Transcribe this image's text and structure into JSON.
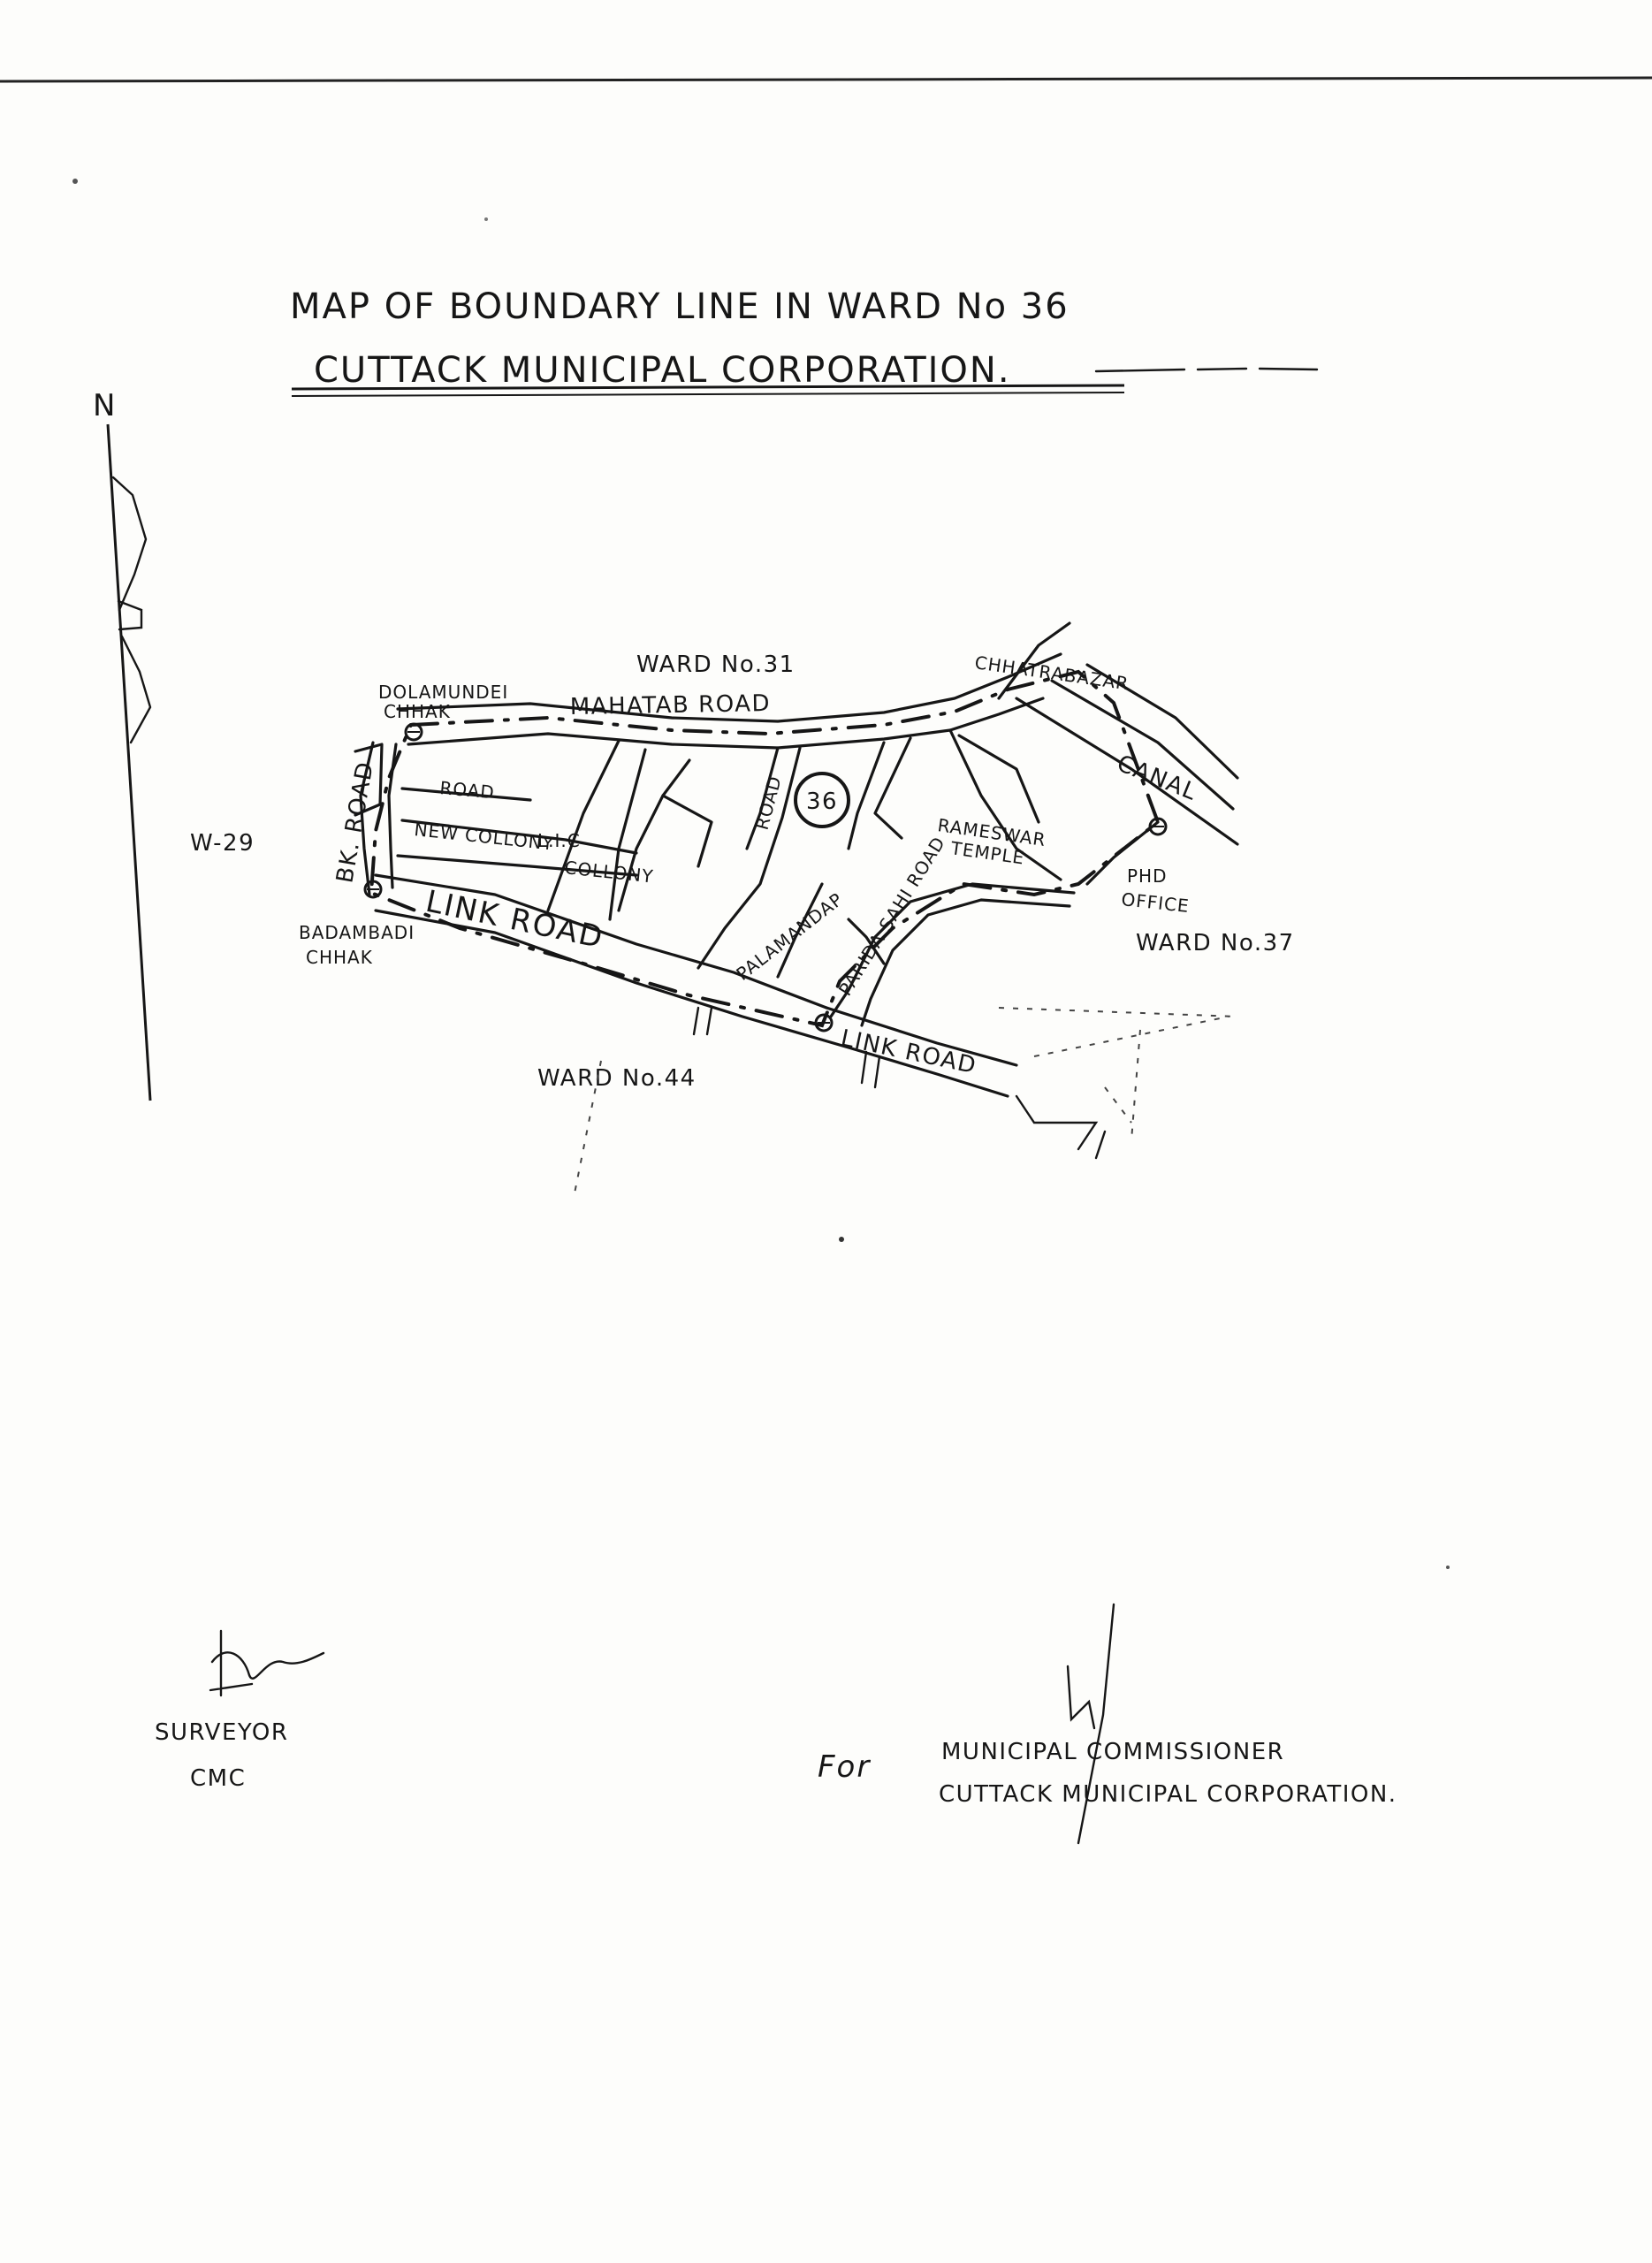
{
  "title": {
    "line1": "MAP OF BOUNDARY LINE IN WARD No 36",
    "line2": "CUTTACK MUNICIPAL CORPORATION."
  },
  "north_arrow": {
    "label": "N",
    "icon": "north-arrow-icon"
  },
  "map": {
    "ward_number": "36",
    "neighbors": {
      "north": "WARD No.31",
      "west": "W-29",
      "east": "WARD No.37",
      "south": "WARD No.44"
    },
    "roads": {
      "mahatab": "MAHATAB ROAD",
      "link_west": "LINK ROAD",
      "link_south": "LINK ROAD",
      "bk": "BK. ROAD",
      "road_short": "ROAD",
      "road_vertical": "ROAD",
      "paridasahi": "PARIDA SAHI ROAD",
      "palamandap": "PALAMANDAP"
    },
    "places": {
      "dolamundei_1": "DOLAMUNDEI",
      "dolamundei_2": "CHHAK",
      "chhatrabazar": "CHHATRABAZAR",
      "canal": "CANAL",
      "new_colony": "NEW COLLONY",
      "lic_1": "L.I.C",
      "lic_2": "COLLONY",
      "rameswar_1": "RAMESWAR",
      "rameswar_2": "TEMPLE",
      "phd_1": "PHD",
      "phd_2": "OFFICE",
      "badambadi_1": "BADAMBADI",
      "badambadi_2": "CHHAK"
    }
  },
  "signatures": {
    "surveyor_title": "SURVEYOR",
    "surveyor_org": "CMC",
    "commissioner_prefix": "For",
    "commissioner_title": "MUNICIPAL COMMISSIONER",
    "commissioner_org": "CUTTACK MUNICIPAL CORPORATION."
  }
}
